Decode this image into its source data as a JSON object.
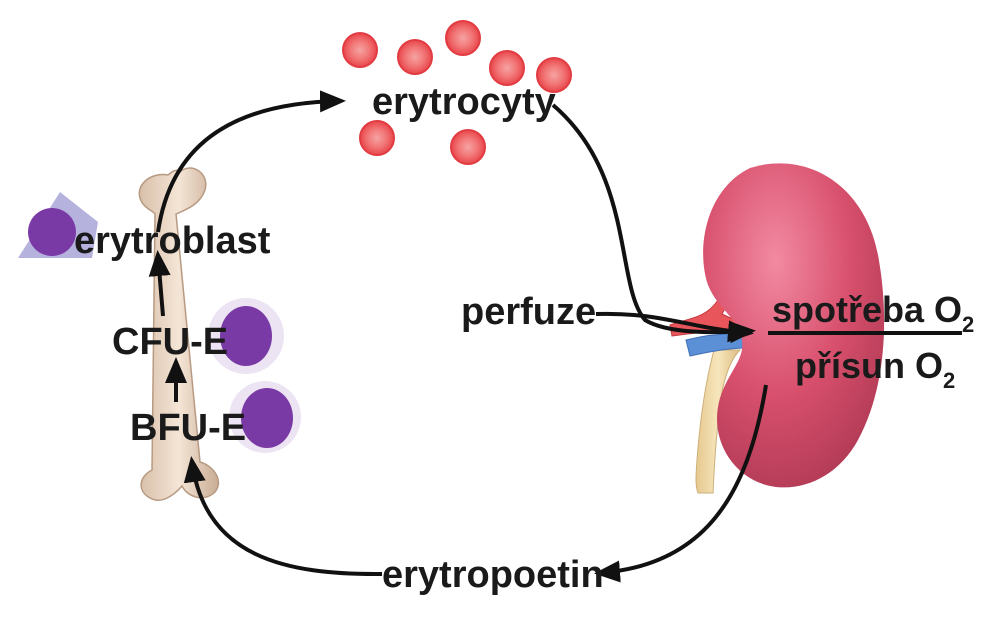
{
  "labels": {
    "erythrocytes": "erytrocyty",
    "erythroblast": "erytroblast",
    "cfu_e": "CFU-E",
    "bfu_e": "BFU-E",
    "perfusion": "perfuze",
    "erythropoietin": "erytropoetin",
    "ratio_numerator_text": "spotřeba O",
    "ratio_numerator_sub": "2",
    "ratio_denominator_text": "přísun O",
    "ratio_denominator_sub": "2"
  },
  "colors": {
    "erythrocyte_fill": "#f0585c",
    "erythrocyte_center": "#f7a4a4",
    "erythrocyte_edge": "#e23c42",
    "nucleus": "#7a3aa6",
    "cell_halo": "#ece4f3",
    "erythroblast_body": "#a8a6d8",
    "bone": "#e8d3c0",
    "kidney": "#d8506d",
    "ureter": "#f1dca9",
    "vein": "#5b8fd6",
    "artery": "#e8555a",
    "arrow": "#111111"
  },
  "icons": {
    "red_blood_cell": "red-blood-cell-icon",
    "bone": "bone-icon",
    "kidney": "kidney-icon"
  }
}
